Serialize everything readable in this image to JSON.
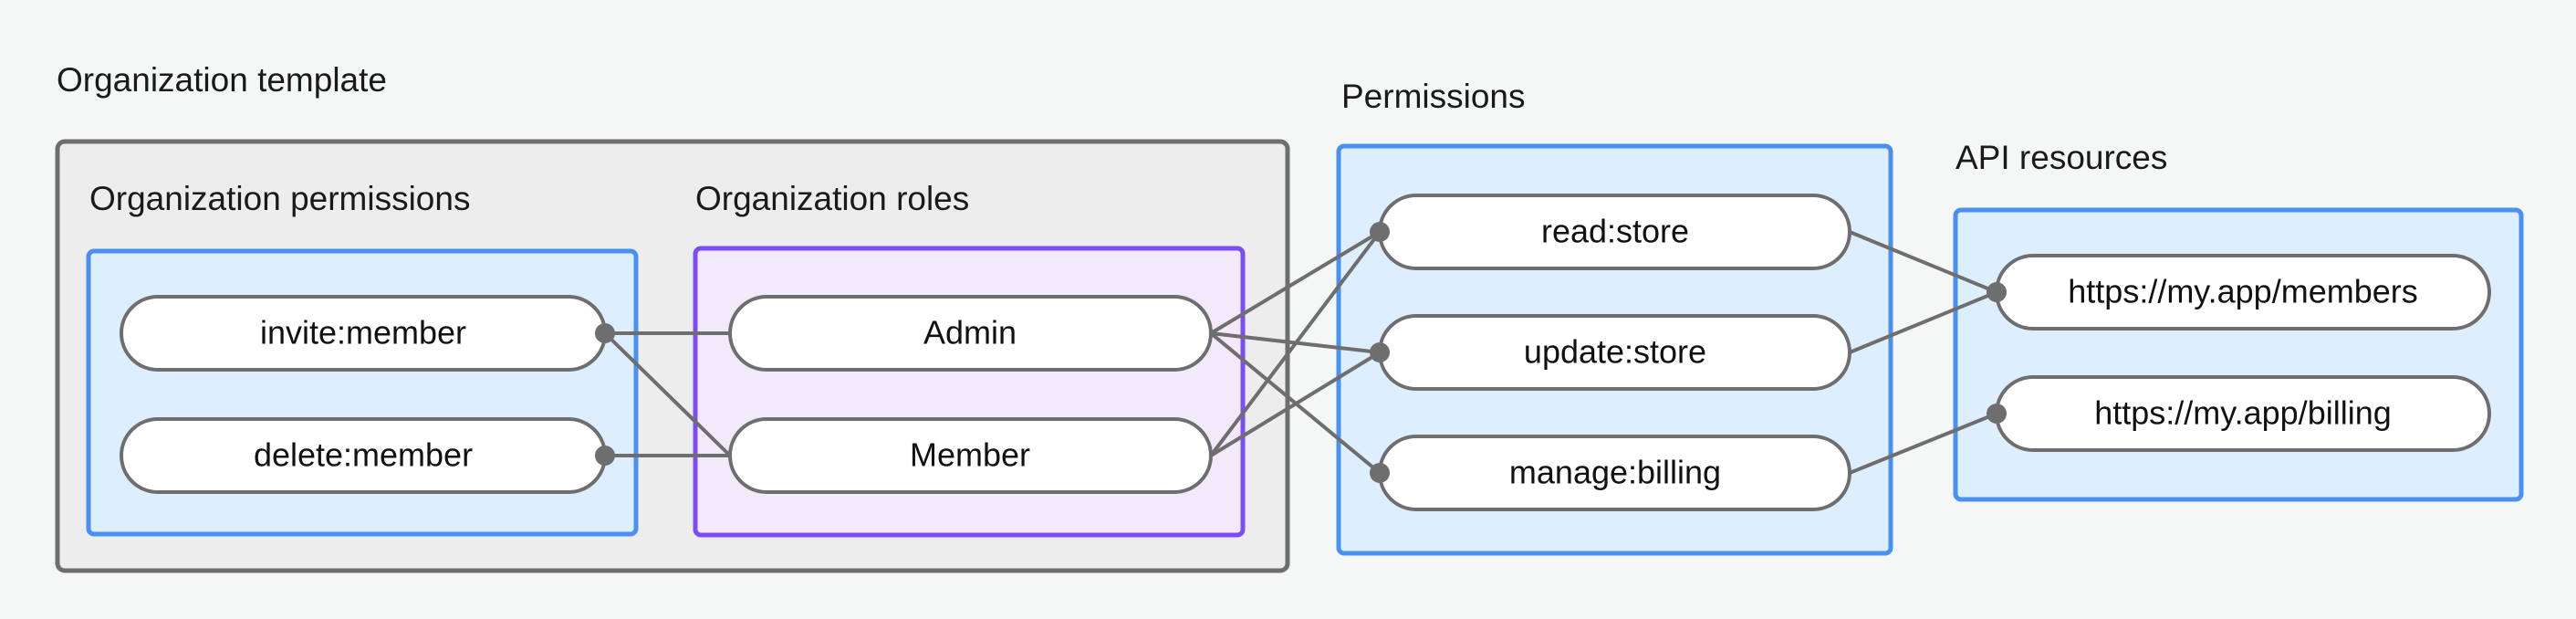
{
  "diagram": {
    "background_color": "#f5f7f7",
    "groups": [
      {
        "id": "organization-template",
        "title": "Organization template",
        "subgroups": [
          {
            "id": "organization-permissions",
            "title": "Organization permissions",
            "accent_color": "#4a90f0",
            "fill_color": "#ddeeff",
            "nodes": [
              "invite:member",
              "delete:member"
            ]
          },
          {
            "id": "organization-roles",
            "title": "Organization roles",
            "accent_color": "#7b4ef5",
            "fill_color": "#f2e9fb",
            "nodes": [
              "Admin",
              "Member"
            ]
          }
        ]
      },
      {
        "id": "permissions",
        "title": "Permissions",
        "accent_color": "#4a90f0",
        "fill_color": "#ddeeff",
        "nodes": [
          "read:store",
          "update:store",
          "manage:billing"
        ]
      },
      {
        "id": "api-resources",
        "title": "API resources",
        "accent_color": "#4a90f0",
        "fill_color": "#ddeeff",
        "nodes": [
          "https://my.app/members",
          "https://my.app/billing"
        ]
      }
    ],
    "edges": [
      {
        "from": "invite:member",
        "to": "Admin"
      },
      {
        "from": "invite:member",
        "to": "Member"
      },
      {
        "from": "delete:member",
        "to": "Member"
      },
      {
        "from": "Admin",
        "to": "read:store"
      },
      {
        "from": "Admin",
        "to": "update:store"
      },
      {
        "from": "Admin",
        "to": "manage:billing"
      },
      {
        "from": "Member",
        "to": "read:store"
      },
      {
        "from": "Member",
        "to": "update:store"
      },
      {
        "from": "read:store",
        "to": "https://my.app/members"
      },
      {
        "from": "update:store",
        "to": "https://my.app/members"
      },
      {
        "from": "manage:billing",
        "to": "https://my.app/billing"
      }
    ]
  },
  "labels": {
    "organization_template": "Organization template",
    "organization_permissions": "Organization permissions",
    "organization_roles": "Organization roles",
    "permissions": "Permissions",
    "api_resources": "API resources",
    "invite_member": "invite:member",
    "delete_member": "delete:member",
    "admin": "Admin",
    "member": "Member",
    "read_store": "read:store",
    "update_store": "update:store",
    "manage_billing": "manage:billing",
    "url_members": "https://my.app/members",
    "url_billing": "https://my.app/billing"
  }
}
